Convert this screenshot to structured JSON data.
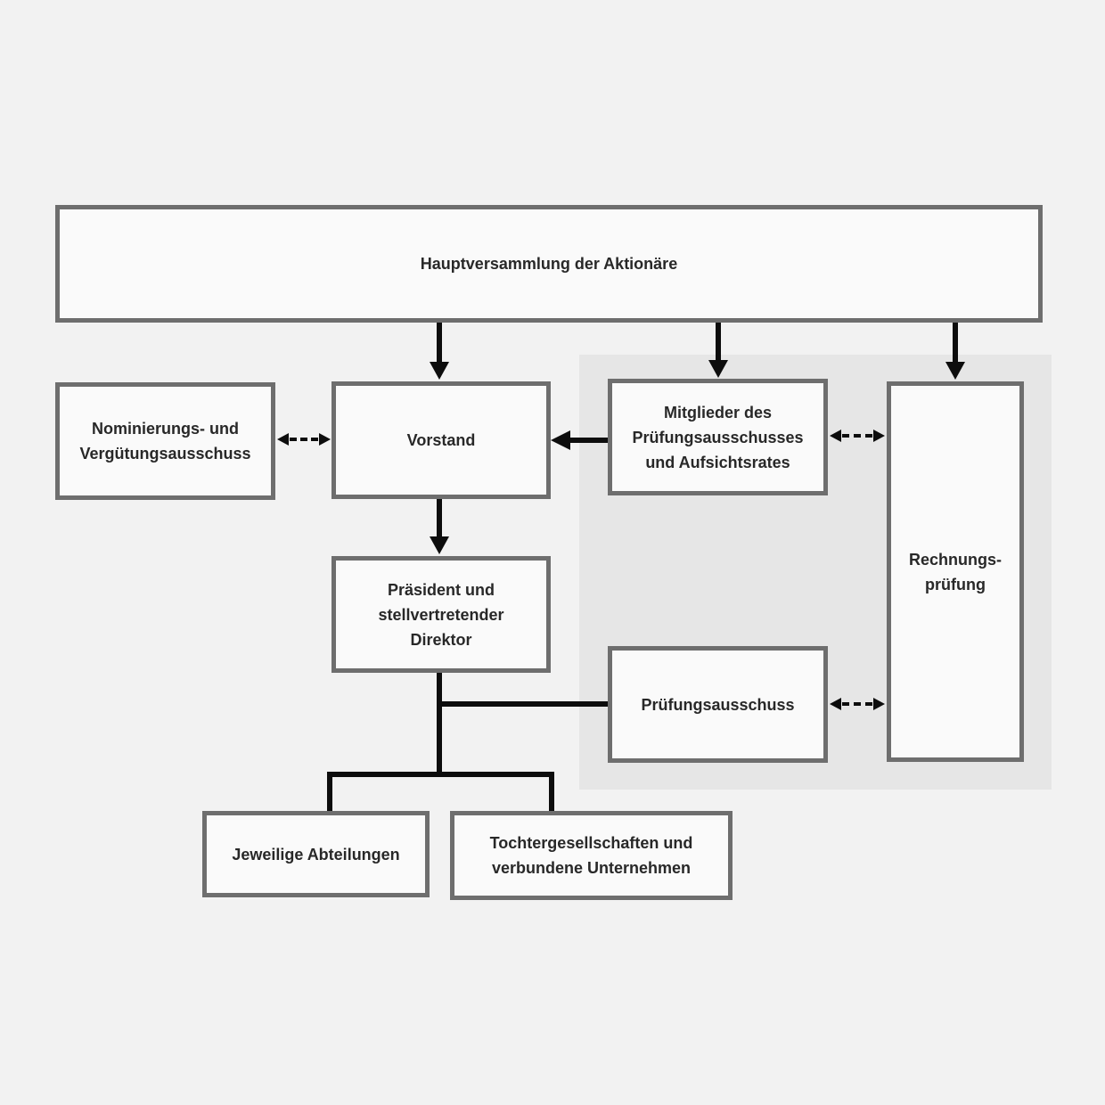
{
  "colors": {
    "background": "#f2f2f2",
    "panel": "#e6e6e6",
    "box_fill": "#fafafa",
    "box_border": "#6e6e6e",
    "line": "#0d0d0d",
    "text": "#282828"
  },
  "nodes": {
    "hauptversammlung": {
      "label": "Hauptversammlung der Aktionäre"
    },
    "nominierung": {
      "label": "Nominierungs- und\nVergütungsausschuss"
    },
    "vorstand": {
      "label": "Vorstand"
    },
    "mitglieder": {
      "label": "Mitglieder des\nPrüfungsausschusses\nund Aufsichtsrates"
    },
    "rechnungspruefung": {
      "label": "Rechnungs-\nprüfung"
    },
    "praesident": {
      "label": "Präsident und\nstellvertretender\nDirektor"
    },
    "pruefungsausschuss": {
      "label": "Prüfungsausschuss"
    },
    "abteilungen": {
      "label": "Jeweilige Abteilungen"
    },
    "tochtergesellschaften": {
      "label": "Tochtergesellschaften und\nverbundene Unternehmen"
    }
  }
}
